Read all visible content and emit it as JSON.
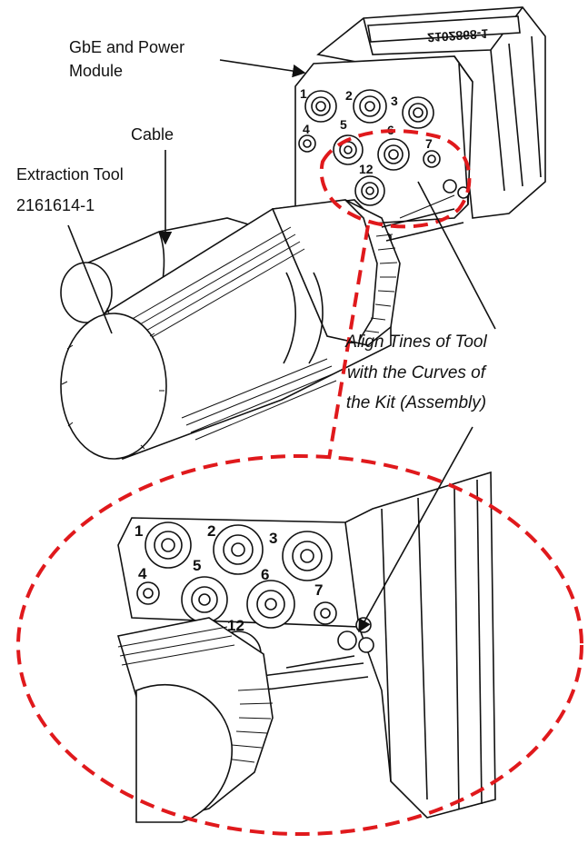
{
  "labels": {
    "module_line1": "GbE and Power",
    "module_line2": "Module",
    "cable": "Cable",
    "tool_line1": "Extraction Tool",
    "tool_line2": "2161614-1",
    "align_line1": "Align Tines of Tool",
    "align_line2": "with the Curves of",
    "align_line3": "the Kit (Assembly)",
    "part_marking": "2102868-1"
  },
  "pins_top": [
    "1",
    "2",
    "3",
    "4",
    "5",
    "6",
    "7",
    "12"
  ],
  "pins_detail": [
    "1",
    "2",
    "3",
    "4",
    "5",
    "6",
    "7",
    "12"
  ],
  "colors": {
    "callout_dash": "#e0191c",
    "line": "#111111"
  }
}
